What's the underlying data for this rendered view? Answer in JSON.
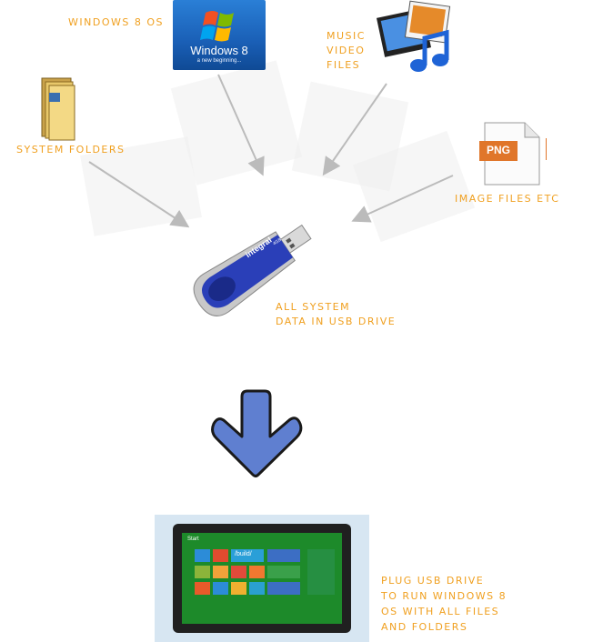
{
  "labels": {
    "windows_os": "WINDOWS 8 OS",
    "media_files": [
      "MUSIC",
      "VIDEO",
      "FILES"
    ],
    "system_folders": "SYSTEM FOLDERS",
    "image_files": "IMAGE FILES ETC",
    "usb_data": [
      "ALL SYSTEM",
      "DATA IN USB DRIVE"
    ],
    "plug_usb": [
      "PLUG USB DRIVE",
      "TO RUN WINDOWS 8",
      "OS WITH ALL FILES",
      "AND FOLDERS"
    ]
  },
  "icons": {
    "windows_logo": {
      "name": "windows8-logo",
      "title": "Windows 8",
      "tagline": "a new beginning..."
    },
    "media": "media-files-icon",
    "folder": "folder-icon",
    "png": {
      "name": "png-file-icon",
      "text": "PNG"
    },
    "usb": {
      "name": "usb-drive-icon",
      "brand": "integral",
      "capacity": "4GB"
    },
    "tablet": {
      "name": "windows8-tablet",
      "screen_title": "Start",
      "tile_label": "/build/"
    }
  },
  "colors": {
    "label": "#f0a020",
    "arrow_gray": "#bbbbbb",
    "big_arrow": "#5f7fd0",
    "big_arrow_outline": "#1a1a1a"
  }
}
